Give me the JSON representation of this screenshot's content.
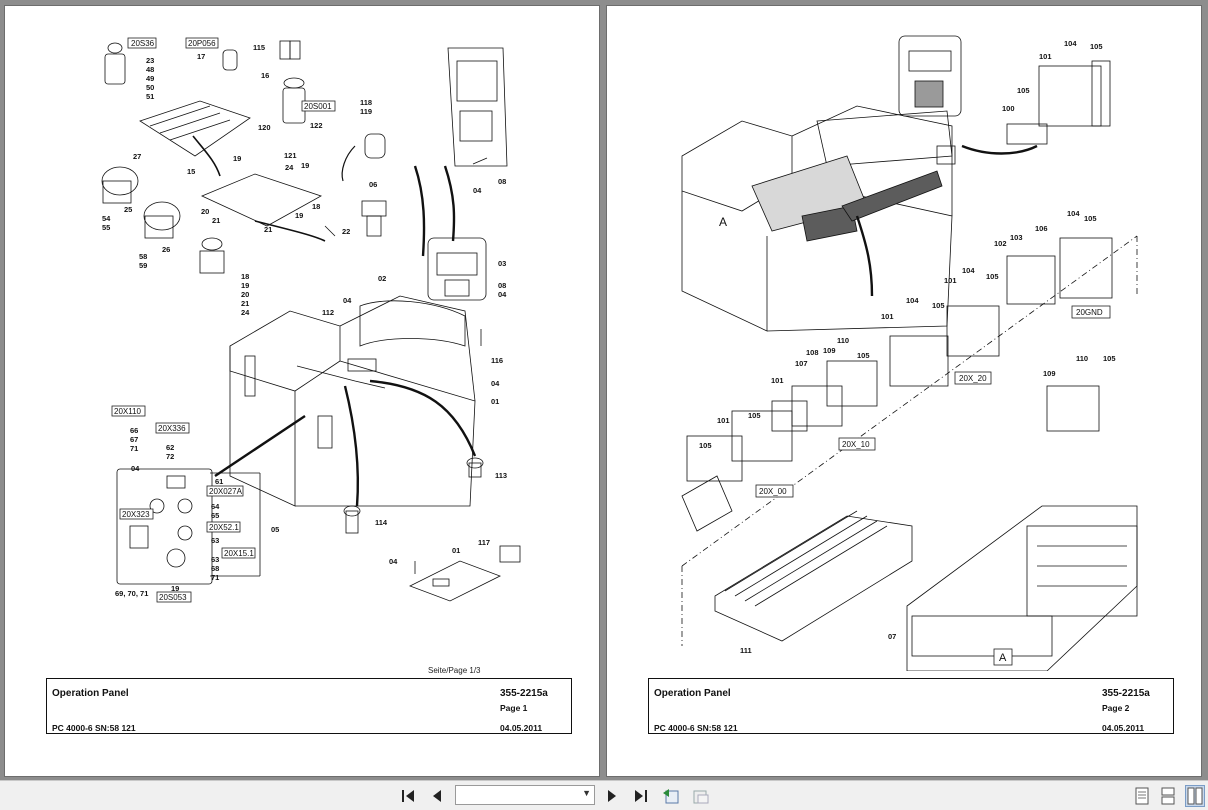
{
  "pages": [
    {
      "seite": "Seite/Page 1/3",
      "title": "Operation Panel",
      "doc_no": "355-2215a",
      "page_label": "Page 1",
      "model": "PC 4000-6 SN:58 121",
      "date": "04.05.2011",
      "boxed_labels": [
        "20S36",
        "20P056",
        "20S001",
        "20X110",
        "20X336",
        "20X027A",
        "20X323",
        "20X52.1",
        "20X15.1",
        "20S053"
      ],
      "part_numbers": [
        "23",
        "48",
        "49",
        "50",
        "51",
        "17",
        "115",
        "16",
        "122",
        "120",
        "121",
        "118",
        "119",
        "27",
        "25",
        "54",
        "55",
        "15",
        "19",
        "24",
        "19",
        "18",
        "20",
        "21",
        "21",
        "19",
        "26",
        "58",
        "59",
        "18",
        "19",
        "20",
        "21",
        "24",
        "22",
        "06",
        "08",
        "04",
        "03",
        "08",
        "04",
        "02",
        "112",
        "04",
        "116",
        "04",
        "01",
        "66",
        "67",
        "71",
        "62",
        "72",
        "04",
        "61",
        "64",
        "65",
        "63",
        "63",
        "68",
        "71",
        "69, 70, 71",
        "19",
        "05",
        "113",
        "114",
        "04",
        "01",
        "117"
      ]
    },
    {
      "title": "Operation Panel",
      "doc_no": "355-2215a",
      "page_label": "Page 2",
      "model": "PC 4000-6 SN:58 121",
      "date": "04.05.2011",
      "boxed_labels": [
        "20GND",
        "20X_20",
        "20X_10",
        "20X_00",
        "A"
      ],
      "view_marker": "A",
      "part_numbers": [
        "101",
        "104",
        "105",
        "105",
        "100",
        "106",
        "104",
        "105",
        "102",
        "103",
        "101",
        "104",
        "105",
        "104",
        "105",
        "101",
        "110",
        "109",
        "105",
        "108",
        "107",
        "101",
        "105",
        "101",
        "105",
        "110",
        "105",
        "109",
        "07",
        "111"
      ]
    }
  ],
  "toolbar": {
    "page_field": "",
    "icons": [
      "first-page-icon",
      "prev-page-icon",
      "next-page-icon",
      "last-page-icon",
      "back-icon",
      "forward-icon",
      "single-page-icon",
      "continuous-icon",
      "facing-pages-icon"
    ]
  }
}
